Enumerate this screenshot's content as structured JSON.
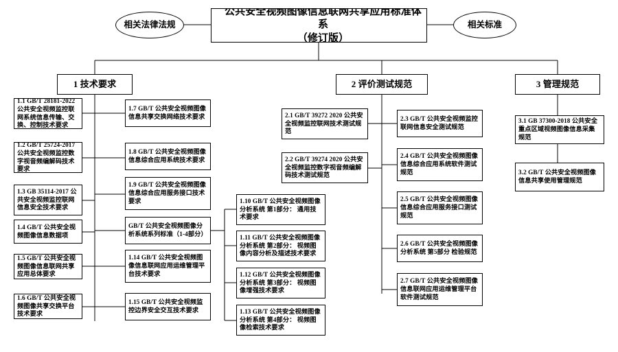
{
  "title": "公共安全视频图像信息联网共享应用标准体系（修订版）",
  "root": {
    "line1": "公共安全视频图像信息联网共享应用标准体系",
    "line2": "（修订版）"
  },
  "side": {
    "left_label": "相关法律法规",
    "right_label": "相关标准"
  },
  "categories": [
    {
      "id": "cat-tech",
      "label": "1  技术要求"
    },
    {
      "id": "cat-eval",
      "label": "2  评价测试规范"
    },
    {
      "id": "cat-mgmt",
      "label": "3  管理规范"
    }
  ],
  "tech_col1": [
    {
      "no": "1.1",
      "text": "1.1 GB/T 28181-2022 公共安全视频监控联网系统信息传输、交换、控制技术要求"
    },
    {
      "no": "1.2",
      "text": "1.2 GB/T 25724-2017 公共安全视频监控数字视音频编解码技术要求"
    },
    {
      "no": "1.3",
      "text": "1.3 GB 35114-2017 公共安全视频监控联网信息安全技术要求"
    },
    {
      "no": "1.4",
      "text": "1.4 GB/T 公共安全视频图像信息数据项"
    },
    {
      "no": "1.5",
      "text": "1.5 GB/T 公共安全视频图像信息联网共享应用总体要求"
    },
    {
      "no": "1.6",
      "text": "1.6 GB/T 公共安全视频图像共享交换平台技术要求"
    }
  ],
  "tech_col2": [
    {
      "no": "1.7",
      "text": "1.7 GB/T 公共安全视频图像信息共享交换网络技术要求"
    },
    {
      "no": "1.8",
      "text": "1.8 GB/T 公共安全视频图像信息综合应用系统技术要求"
    },
    {
      "no": "1.9",
      "text": "1.9 GB/T 公共安全视频图像信息综合应用服务接口技术要求"
    },
    {
      "no": "series",
      "text": "GB/T 公共安全视频图像分析系统系列标准（1-4部分）"
    },
    {
      "no": "1.14",
      "text": "1.14  GB/T 公共安全视频图像信息联网应用运维管理平台技术要求"
    },
    {
      "no": "1.15",
      "text": "1.15 GB/T 公共安全视频监控边界安全交互技术要求"
    }
  ],
  "tech_col3": [
    {
      "no": "1.10",
      "text": "1.10  GB/T 公共安全视频图像分析系统 第1部分： 通用技术要求"
    },
    {
      "no": "1.11",
      "text": "1.11  GB/T 公共安全视频图像分析系统 第2部分： 视频图像内容分析及描述技术要求"
    },
    {
      "no": "1.12",
      "text": "1.12  GB/T 公共安全视频图像分析系统 第3部分： 视频图像增强技术要求"
    },
    {
      "no": "1.13",
      "text": "1.13  GB/T 公共安全视频图像分析系统 第4部分： 视频图像检索技术要求"
    }
  ],
  "eval_col1": [
    {
      "no": "2.1",
      "text": "2.1 GB/T 39272 2020 公共安全视频监控联网技术测试规范"
    },
    {
      "no": "2.2",
      "text": "2.2 GB/T 39274 2020 公共安全视频监控数字视音频编解码技术测试规范"
    }
  ],
  "eval_col2": [
    {
      "no": "2.3",
      "text": "2.3 GB/T 公共安全视频监控联网信息安全测试规范"
    },
    {
      "no": "2.4",
      "text": "2.4 GB/T 公共安全视频图像信息综合应用系统软件测试规范"
    },
    {
      "no": "2.5",
      "text": "2.5 GB/T 公共安全视频图像信息综合应用服务接口测试规范"
    },
    {
      "no": "2.6",
      "text": "2.6 GB/T 公共安全视频图像分析系统 第5部分 检验规范"
    },
    {
      "no": "2.7",
      "text": "2.7 GB/T 公共安全视频图像信息联网应用运维管理平台软件测试规范"
    }
  ],
  "mgmt_col": [
    {
      "no": "3.1",
      "text": "3.1 GB 37300-2018 公共安全重点区域视频图像信息采集规范"
    },
    {
      "no": "3.2",
      "text": "3.2 GB/T 公共安全视频图像信息共享使用管理规范"
    }
  ],
  "colors": {
    "line": "#000000",
    "box_border": "#000000",
    "background": "#ffffff",
    "text": "#000000"
  }
}
